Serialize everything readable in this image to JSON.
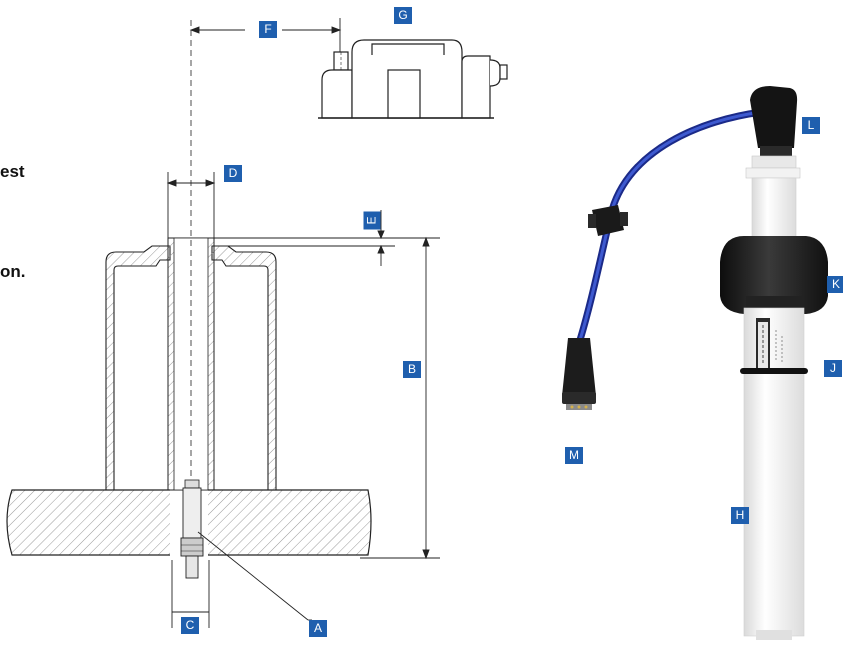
{
  "side_text": [
    "est",
    "on."
  ],
  "labels": {
    "A": "A",
    "B": "B",
    "C": "C",
    "D": "D",
    "E": "E",
    "F": "F",
    "G": "G",
    "H": "H",
    "J": "J",
    "K": "K",
    "L": "L",
    "M": "M"
  },
  "colors": {
    "label_bg": "#1f5fae",
    "cable": "#2a3fa8",
    "probe_body": "#f4f4f4",
    "probe_collar": "#1e1e1e",
    "line": "#222222"
  }
}
